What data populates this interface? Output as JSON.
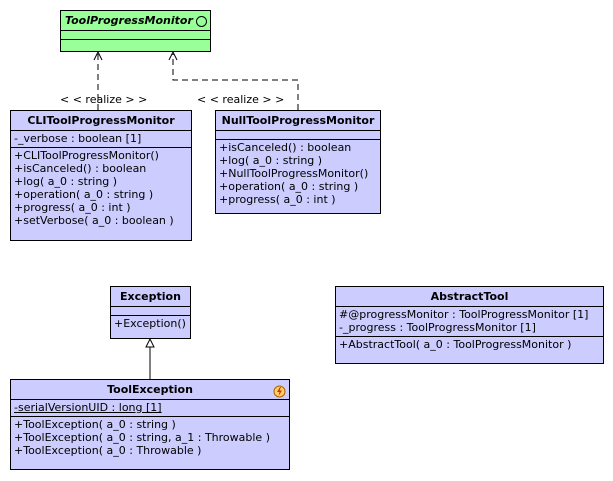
{
  "interface": {
    "name": "ToolProgressMonitor"
  },
  "cli": {
    "name": "CLIToolProgressMonitor",
    "attributes": [
      "-_verbose : boolean [1]"
    ],
    "operations": [
      "+CLIToolProgressMonitor()",
      "+isCanceled() : boolean",
      "+log( a_0 : string )",
      "+operation( a_0 : string )",
      "+progress( a_0 : int )",
      "+setVerbose( a_0 : boolean )"
    ]
  },
  "null": {
    "name": "NullToolProgressMonitor",
    "operations": [
      "+isCanceled() : boolean",
      "+log( a_0 : string )",
      "+NullToolProgressMonitor()",
      "+operation( a_0 : string )",
      "+progress( a_0 : int )"
    ]
  },
  "exception": {
    "name": "Exception",
    "operations": [
      "+Exception()"
    ]
  },
  "toolexception": {
    "name": "ToolException",
    "attributes": [
      "-serialVersionUID : long [1]"
    ],
    "operations": [
      "+ToolException( a_0 : string )",
      "+ToolException( a_0 : string, a_1 : Throwable )",
      "+ToolException( a_0 : Throwable )"
    ]
  },
  "abstracttool": {
    "name": "AbstractTool",
    "attributes": [
      "#@progressMonitor : ToolProgressMonitor [1]",
      "-_progress : ToolProgressMonitor [1]"
    ],
    "operations": [
      "+AbstractTool( a_0 : ToolProgressMonitor )"
    ]
  },
  "relations": {
    "realize_label": "< < realize > >"
  },
  "colors": {
    "interface_fill": "#99ff99",
    "class_fill": "#ccccff",
    "icon": "#ff9900"
  }
}
